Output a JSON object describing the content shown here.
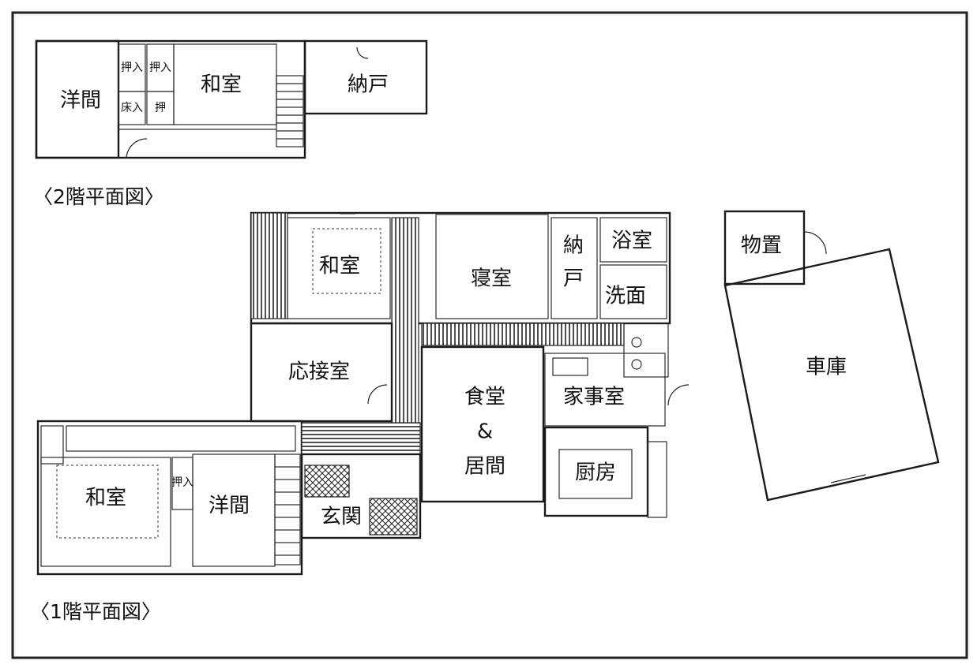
{
  "floor2": {
    "caption": "〈2階平面図〉",
    "rooms": {
      "yoma": "洋間",
      "washitsu": "和室",
      "nando": "納戸",
      "oshiire_a": "押入",
      "oshiire_b": "押入",
      "tokonoma": "床入",
      "closet": "押"
    }
  },
  "floor1": {
    "caption": "〈1階平面図〉",
    "rooms": {
      "washitsu_n": "和室",
      "shinshitsu": "寝室",
      "nando_1": "納",
      "nando_2": "戸",
      "yokushitsu": "浴室",
      "senmen": "洗面",
      "monooki": "物置",
      "shako": "車庫",
      "osetsushitsu": "応接室",
      "shokudo_1": "食堂",
      "shokudo_2": "&",
      "shokudo_3": "居間",
      "kajishitsu": "家事室",
      "chubo": "厨房",
      "genkan": "玄関",
      "washitsu_s": "和室",
      "yoma": "洋間",
      "oshiire": "押入"
    }
  }
}
